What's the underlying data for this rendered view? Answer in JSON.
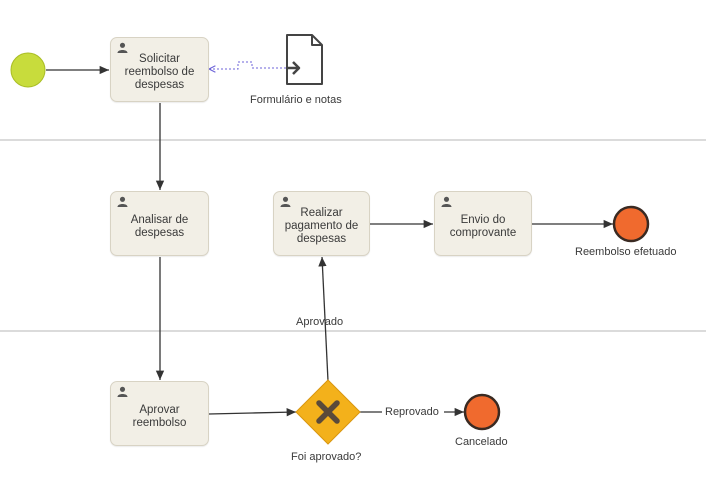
{
  "colors": {
    "start_event": "#c8dc3c",
    "end_event": "#f06a2e",
    "gateway": "#f3b11b",
    "task_fill": "#f2efe6",
    "line": "#333333",
    "association": "#6c63d8"
  },
  "icons": {
    "task_user": "user-icon",
    "data_object": "document-arrow-icon",
    "gateway_marker": "x-icon"
  },
  "tasks": {
    "solicitar": "Solicitar\nreembolso de\ndespesas",
    "analisar": "Analisar de\ndespesas",
    "realizar": "Realizar\npagamento de\ndespesas",
    "envio": "Envio do\ncomprovante",
    "aprovar": "Aprovar\nreembolso"
  },
  "labels": {
    "data_object": "Formulário e notas",
    "end_success": "Reembolso efetuado",
    "end_cancel": "Cancelado",
    "gateway": "Foi aprovado?",
    "flow_approved": "Aprovado",
    "flow_rejected": "Reprovado"
  }
}
